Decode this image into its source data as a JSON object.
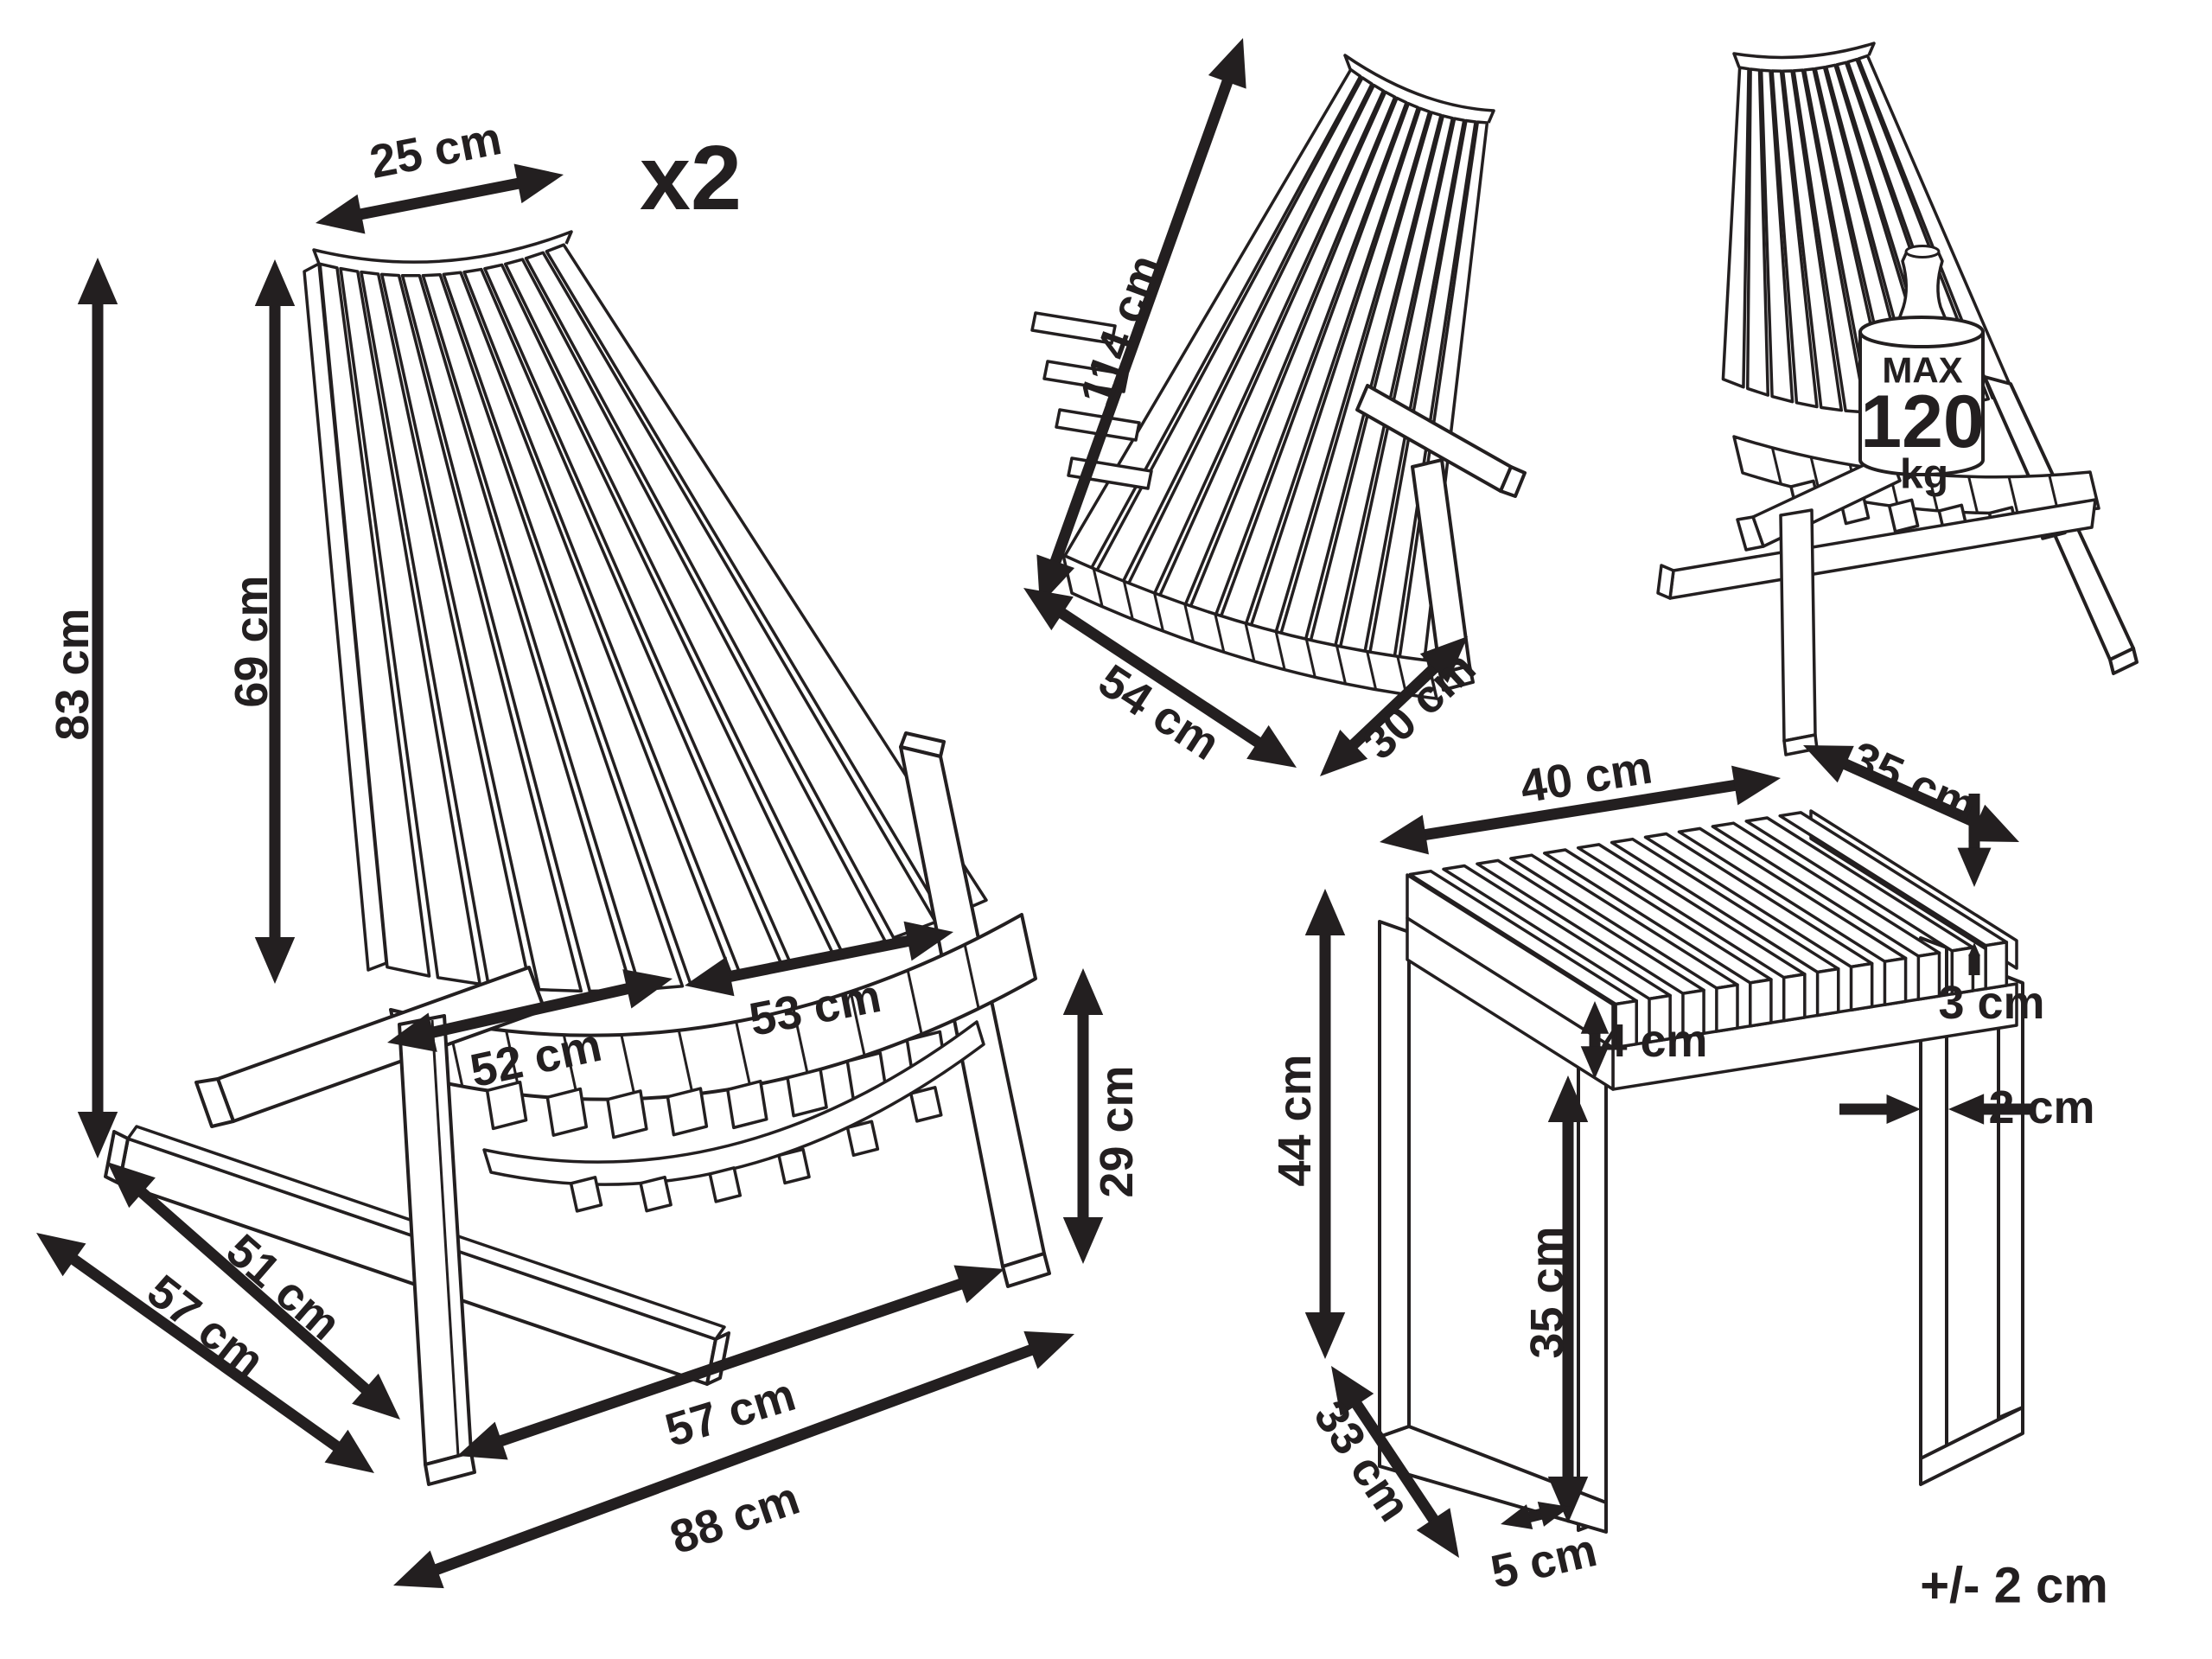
{
  "canvas": {
    "background": "#ffffff",
    "ink": "#231f20"
  },
  "set": {
    "quantity": "x2",
    "tolerance": "+/- 2 cm"
  },
  "load": {
    "label": "MAX",
    "value": "120",
    "unit": "kg"
  },
  "chair": {
    "top_width": "25 cm",
    "height": "83 cm",
    "backrest_height": "69 cm",
    "seat_depth": "52 cm",
    "seat_width": "53 cm",
    "seat_height": "29 cm",
    "base_inner_depth": "57 cm",
    "base_total_depth": "88 cm",
    "base_rail_length": "51 cm",
    "base_side_depth": "57 cm"
  },
  "folded": {
    "length": "114 cm",
    "width": "54 cm",
    "depth": "30 cm"
  },
  "stool": {
    "top_width": "40 cm",
    "top_depth": "35 cm",
    "slat_thickness": "4 cm",
    "frame_height": "3 cm",
    "height": "44 cm",
    "inner_height": "35 cm",
    "leg_thickness": "2 cm",
    "base_depth": "33 cm",
    "foot_width": "5 cm"
  }
}
